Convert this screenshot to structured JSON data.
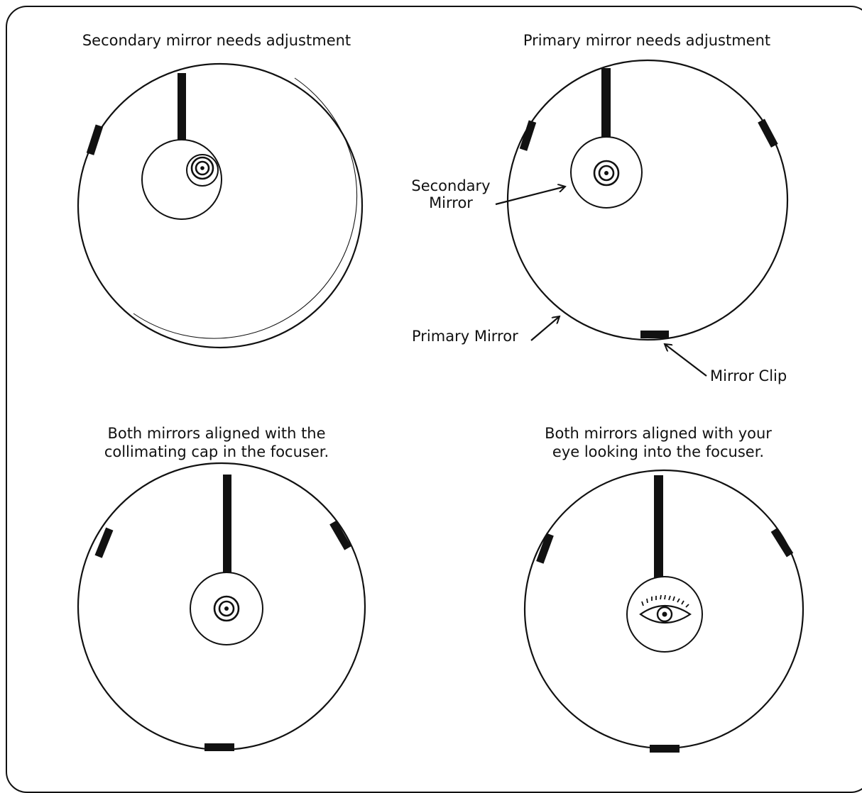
{
  "panels": [
    {
      "title": "Secondary mirror needs adjustment"
    },
    {
      "title": "Primary mirror needs adjustment"
    },
    {
      "title_line1": "Both mirrors aligned with the",
      "title_line2": "collimating cap in the focuser."
    },
    {
      "title_line1": "Both mirrors aligned with your",
      "title_line2": "eye looking into the focuser."
    }
  ],
  "callouts": {
    "secondary_line1": "Secondary",
    "secondary_line2": "Mirror",
    "primary": "Primary Mirror",
    "clip": "Mirror Clip"
  },
  "colors": {
    "ink": "#111111",
    "background": "#ffffff"
  }
}
